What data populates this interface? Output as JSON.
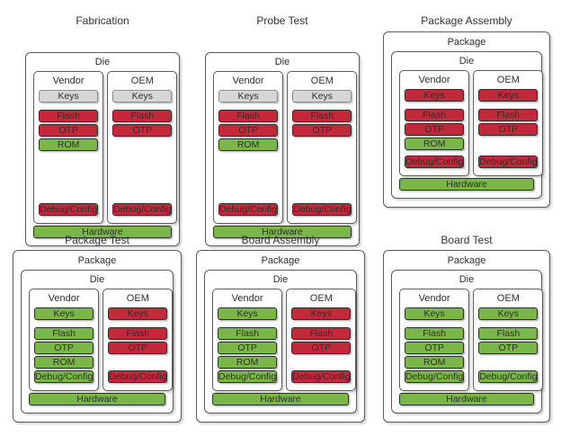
{
  "colors": {
    "red": "#c2293a",
    "green": "#7ab648",
    "gray": "#d6d6d6",
    "box_border": "#2e2e2e",
    "gray_box_border": "#8c8c8c",
    "container_border": "#5c5c5c",
    "text": "#2e2e2e"
  },
  "container_labels": {
    "package": "Package",
    "die": "Die",
    "hardware": "Hardware"
  },
  "panels": [
    {
      "title": "Fabrication",
      "wrapped_in_package": false,
      "hardware_color": "green",
      "columns": [
        {
          "label": "Vendor",
          "boxes": [
            {
              "label": "Keys",
              "color": "gray"
            },
            {
              "label": "Flash",
              "color": "red"
            },
            {
              "label": "OTP",
              "color": "red"
            },
            {
              "label": "ROM",
              "color": "green"
            },
            {
              "label": "Debug/Config",
              "color": "red"
            }
          ]
        },
        {
          "label": "OEM",
          "boxes": [
            {
              "label": "Keys",
              "color": "gray"
            },
            {
              "label": "Flash",
              "color": "red"
            },
            {
              "label": "OTP",
              "color": "red"
            },
            {
              "label": "Debug/Config",
              "color": "red"
            }
          ]
        }
      ]
    },
    {
      "title": "Probe Test",
      "wrapped_in_package": false,
      "hardware_color": "green",
      "columns": [
        {
          "label": "Vendor",
          "boxes": [
            {
              "label": "Keys",
              "color": "gray"
            },
            {
              "label": "Flash",
              "color": "red"
            },
            {
              "label": "OTP",
              "color": "red"
            },
            {
              "label": "ROM",
              "color": "green"
            },
            {
              "label": "Debug/Config",
              "color": "red"
            }
          ]
        },
        {
          "label": "OEM",
          "boxes": [
            {
              "label": "Keys",
              "color": "gray"
            },
            {
              "label": "Flash",
              "color": "red"
            },
            {
              "label": "OTP",
              "color": "red"
            },
            {
              "label": "Debug/Config",
              "color": "red"
            }
          ]
        }
      ]
    },
    {
      "title": "Package Assembly",
      "wrapped_in_package": true,
      "hardware_color": "green",
      "columns": [
        {
          "label": "Vendor",
          "boxes": [
            {
              "label": "Keys",
              "color": "red"
            },
            {
              "label": "Flash",
              "color": "red"
            },
            {
              "label": "OTP",
              "color": "red"
            },
            {
              "label": "ROM",
              "color": "green"
            },
            {
              "label": "Debug/Config",
              "color": "red"
            }
          ]
        },
        {
          "label": "OEM",
          "boxes": [
            {
              "label": "Keys",
              "color": "red"
            },
            {
              "label": "Flash",
              "color": "red"
            },
            {
              "label": "OTP",
              "color": "red"
            },
            {
              "label": "Debug/Config",
              "color": "red"
            }
          ]
        }
      ]
    },
    {
      "title": "Package Test",
      "wrapped_in_package": true,
      "hardware_color": "green",
      "columns": [
        {
          "label": "Vendor",
          "boxes": [
            {
              "label": "Keys",
              "color": "green"
            },
            {
              "label": "Flash",
              "color": "green"
            },
            {
              "label": "OTP",
              "color": "green"
            },
            {
              "label": "ROM",
              "color": "green"
            },
            {
              "label": "Debug/Config",
              "color": "green"
            }
          ]
        },
        {
          "label": "OEM",
          "boxes": [
            {
              "label": "Keys",
              "color": "red"
            },
            {
              "label": "Flash",
              "color": "red"
            },
            {
              "label": "OTP",
              "color": "red"
            },
            {
              "label": "Debug/Config",
              "color": "red"
            }
          ]
        }
      ]
    },
    {
      "title": "Board Assembly",
      "wrapped_in_package": true,
      "hardware_color": "green",
      "columns": [
        {
          "label": "Vendor",
          "boxes": [
            {
              "label": "Keys",
              "color": "green"
            },
            {
              "label": "Flash",
              "color": "green"
            },
            {
              "label": "OTP",
              "color": "green"
            },
            {
              "label": "ROM",
              "color": "green"
            },
            {
              "label": "Debug/Config",
              "color": "green"
            }
          ]
        },
        {
          "label": "OEM",
          "boxes": [
            {
              "label": "Keys",
              "color": "red"
            },
            {
              "label": "Flash",
              "color": "red"
            },
            {
              "label": "OTP",
              "color": "red"
            },
            {
              "label": "Debug/Config",
              "color": "red"
            }
          ]
        }
      ]
    },
    {
      "title": "Board Test",
      "wrapped_in_package": true,
      "hardware_color": "green",
      "columns": [
        {
          "label": "Vendor",
          "boxes": [
            {
              "label": "Keys",
              "color": "green"
            },
            {
              "label": "Flash",
              "color": "green"
            },
            {
              "label": "OTP",
              "color": "green"
            },
            {
              "label": "ROM",
              "color": "green"
            },
            {
              "label": "Debug/Config",
              "color": "green"
            }
          ]
        },
        {
          "label": "OEM",
          "boxes": [
            {
              "label": "Keys",
              "color": "green"
            },
            {
              "label": "Flash",
              "color": "green"
            },
            {
              "label": "OTP",
              "color": "green"
            },
            {
              "label": "Debug/Config",
              "color": "green"
            }
          ]
        }
      ]
    }
  ]
}
